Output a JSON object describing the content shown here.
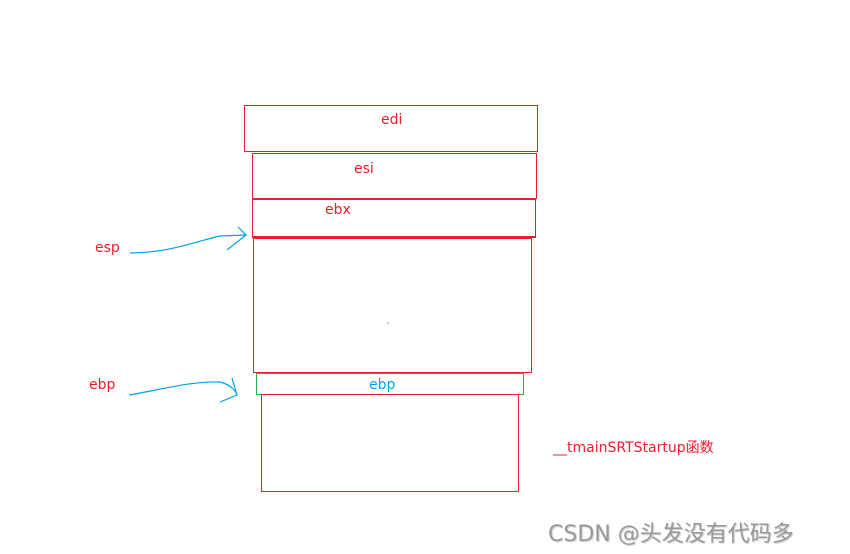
{
  "stack": {
    "edi": "edi",
    "esi": "esi",
    "ebx": "ebx",
    "saved_ebp": "ebp"
  },
  "pointers": {
    "esp": "esp",
    "ebp": "ebp"
  },
  "function_label": "__tmainSRTStartup函数",
  "watermark": "CSDN @头发没有代码多",
  "colors": {
    "red": "#e8202c",
    "green": "#22b14c",
    "cyan": "#00a2e8"
  }
}
